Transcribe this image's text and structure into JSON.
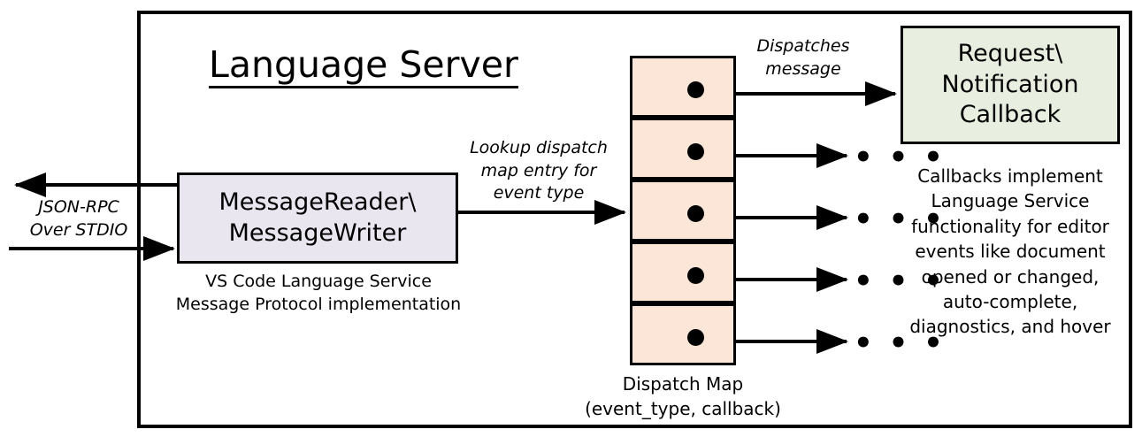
{
  "diagram": {
    "title": "Language Server",
    "frame_name": "language-server-boundary"
  },
  "colors": {
    "stroke": "#000000",
    "reader_writer_fill": "#E9E6F0",
    "dispatch_cell_fill": "#FCE6D8",
    "callback_fill": "#E9EFE0",
    "background": "#FFFFFF"
  },
  "external_interface": {
    "label_line1": "JSON-RPC",
    "label_line2": "Over STDIO",
    "outgoing_arrow": "arrow-out-to-client",
    "incoming_arrow": "arrow-in-from-client"
  },
  "reader_writer": {
    "title_line1": "MessageReader\\",
    "title_line2": "MessageWriter",
    "caption_line1": "VS Code Language Service",
    "caption_line2": "Message Protocol implementation"
  },
  "lookup_edge": {
    "line1": "Lookup dispatch",
    "line2": "map entry for",
    "line3": "event type"
  },
  "dispatch_map": {
    "caption_line1": "Dispatch Map",
    "caption_line2": "(event_type, callback)",
    "row_count": 5,
    "rows": [
      {
        "name": "dispatch-map-row-1",
        "target": "request-notification-callback"
      },
      {
        "name": "dispatch-map-row-2",
        "target": "..."
      },
      {
        "name": "dispatch-map-row-3",
        "target": "..."
      },
      {
        "name": "dispatch-map-row-4",
        "target": "..."
      },
      {
        "name": "dispatch-map-row-5",
        "target": "..."
      }
    ],
    "ellipsis": "• • •"
  },
  "dispatch_edge": {
    "line1": "Dispatches",
    "line2": "message"
  },
  "callback": {
    "title_line1": "Request\\",
    "title_line2": "Notification",
    "title_line3": "Callback",
    "caption_line1": "Callbacks implement",
    "caption_line2": "Language Service",
    "caption_line3": "functionality for editor",
    "caption_line4": "events like document",
    "caption_line5": "opened or changed,",
    "caption_line6": "auto-complete,",
    "caption_line7": "diagnostics, and hover"
  }
}
